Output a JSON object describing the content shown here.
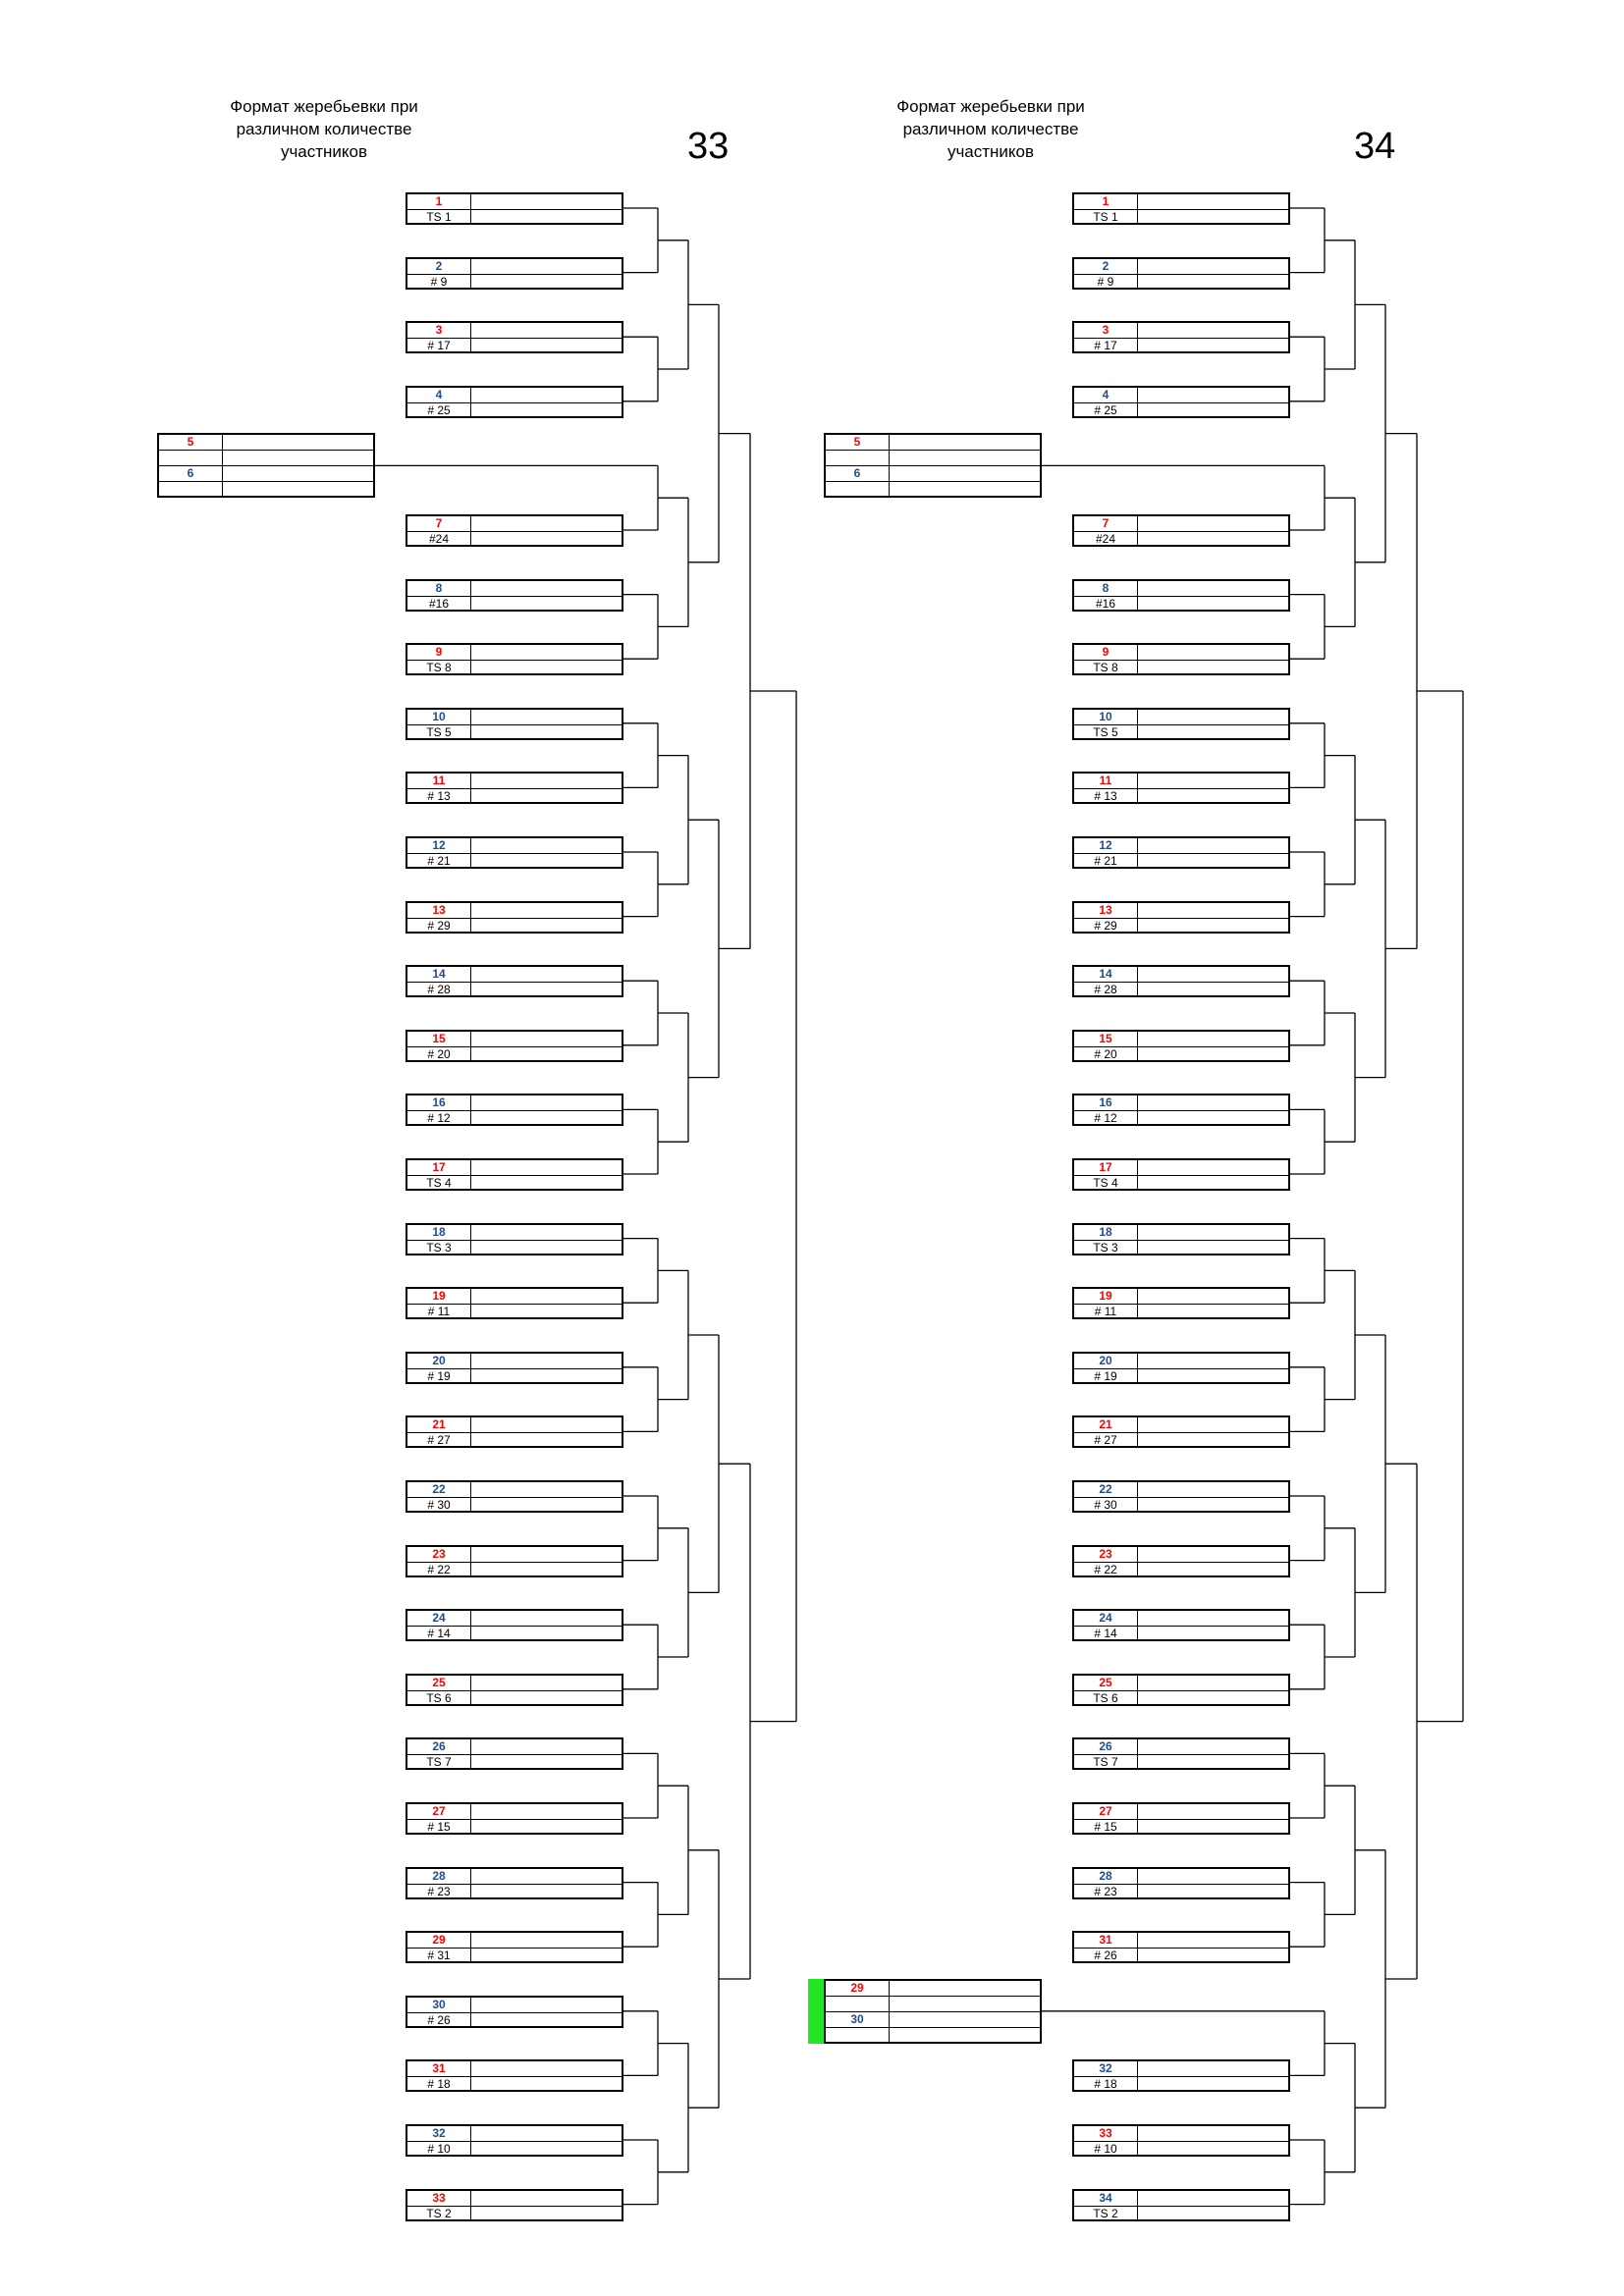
{
  "panels": [
    {
      "title": "Формат жеребьевки при различном количестве участников",
      "number": "33",
      "slots": [
        {
          "n": "1",
          "seed": "TS 1"
        },
        {
          "n": "2",
          "seed": "# 9"
        },
        {
          "n": "3",
          "seed": "# 17"
        },
        {
          "n": "4",
          "seed": "# 25"
        },
        {
          "n": "7",
          "seed": "#24"
        },
        {
          "n": "8",
          "seed": "#16"
        },
        {
          "n": "9",
          "seed": "TS 8"
        },
        {
          "n": "10",
          "seed": "TS 5"
        },
        {
          "n": "11",
          "seed": "# 13"
        },
        {
          "n": "12",
          "seed": "# 21"
        },
        {
          "n": "13",
          "seed": "# 29"
        },
        {
          "n": "14",
          "seed": "# 28"
        },
        {
          "n": "15",
          "seed": "# 20"
        },
        {
          "n": "16",
          "seed": "# 12"
        },
        {
          "n": "17",
          "seed": "TS 4"
        },
        {
          "n": "18",
          "seed": "TS 3"
        },
        {
          "n": "19",
          "seed": "# 11"
        },
        {
          "n": "20",
          "seed": "# 19"
        },
        {
          "n": "21",
          "seed": "# 27"
        },
        {
          "n": "22",
          "seed": "# 30"
        },
        {
          "n": "23",
          "seed": "# 22"
        },
        {
          "n": "24",
          "seed": "# 14"
        },
        {
          "n": "25",
          "seed": "TS 6"
        },
        {
          "n": "26",
          "seed": "TS 7"
        },
        {
          "n": "27",
          "seed": "# 15"
        },
        {
          "n": "28",
          "seed": "# 23"
        },
        {
          "n": "29",
          "seed": "# 31"
        },
        {
          "n": "30",
          "seed": "#  26"
        },
        {
          "n": "31",
          "seed": "# 18"
        },
        {
          "n": "32",
          "seed": "# 10"
        },
        {
          "n": "33",
          "seed": "TS 2"
        }
      ],
      "prelims": [
        {
          "a": "5",
          "b": "6"
        }
      ]
    },
    {
      "title": "Формат жеребьевки при различном количестве участников",
      "number": "34",
      "slots": [
        {
          "n": "1",
          "seed": "TS 1"
        },
        {
          "n": "2",
          "seed": "# 9"
        },
        {
          "n": "3",
          "seed": "# 17"
        },
        {
          "n": "4",
          "seed": "# 25"
        },
        {
          "n": "7",
          "seed": "#24"
        },
        {
          "n": "8",
          "seed": "#16"
        },
        {
          "n": "9",
          "seed": "TS 8"
        },
        {
          "n": "10",
          "seed": "TS 5"
        },
        {
          "n": "11",
          "seed": "# 13"
        },
        {
          "n": "12",
          "seed": "# 21"
        },
        {
          "n": "13",
          "seed": "# 29"
        },
        {
          "n": "14",
          "seed": "# 28"
        },
        {
          "n": "15",
          "seed": "# 20"
        },
        {
          "n": "16",
          "seed": "# 12"
        },
        {
          "n": "17",
          "seed": "TS 4"
        },
        {
          "n": "18",
          "seed": "TS 3"
        },
        {
          "n": "19",
          "seed": "# 11"
        },
        {
          "n": "20",
          "seed": "# 19"
        },
        {
          "n": "21",
          "seed": "# 27"
        },
        {
          "n": "22",
          "seed": "# 30"
        },
        {
          "n": "23",
          "seed": "# 22"
        },
        {
          "n": "24",
          "seed": "# 14"
        },
        {
          "n": "25",
          "seed": "TS 6"
        },
        {
          "n": "26",
          "seed": "TS 7"
        },
        {
          "n": "27",
          "seed": "# 15"
        },
        {
          "n": "28",
          "seed": "# 23"
        },
        {
          "n": "31",
          "seed": "#  26"
        },
        {
          "n": "32",
          "seed": "# 18"
        },
        {
          "n": "33",
          "seed": "# 10"
        },
        {
          "n": "34",
          "seed": "TS 2"
        }
      ],
      "prelims": [
        {
          "a": "5",
          "b": "6"
        },
        {
          "a": "29",
          "b": "30"
        }
      ]
    }
  ]
}
